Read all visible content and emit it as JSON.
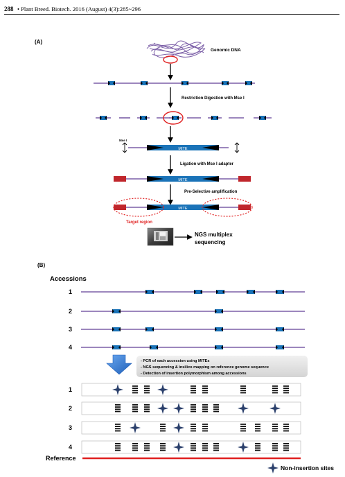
{
  "header": {
    "page_number": "288",
    "citation": "• Plant Breed. Biotech. 2016 (August) 4(3):285~296"
  },
  "panel_a": {
    "label": "(A)",
    "genomic_dna": "Genomic DNA",
    "step1": "Restriction Digestion with Mse I",
    "mse_label": "Mse I",
    "mite": "MITE",
    "step2": "Ligation with Mse I adapter",
    "step3": "Pre-Selective amplification",
    "target_region": "Target region",
    "ngs_line1": "NGS multiplex",
    "ngs_line2": "sequencing"
  },
  "panel_b": {
    "label": "(B)",
    "accessions_title": "Accessions",
    "accession_ids": [
      "1",
      "2",
      "3",
      "4"
    ],
    "steps": [
      "- PCR of each accession using MITEs",
      "- NGS sequencing & insilico mapping on reference genome sequence",
      "- Detection of insertion polymorphism among accessions"
    ],
    "result_ids": [
      "1",
      "2",
      "3",
      "4"
    ],
    "reference_label": "Reference",
    "legend_label": "Non-insertion sites"
  },
  "colors": {
    "dna_line": "#7b5ea7",
    "mite_blue": "#1a73b8",
    "adapter_red": "#c0262c",
    "reference_red": "#e02020",
    "arrow_blue": "#3a7bd5",
    "star_navy": "#2a3f6b"
  }
}
